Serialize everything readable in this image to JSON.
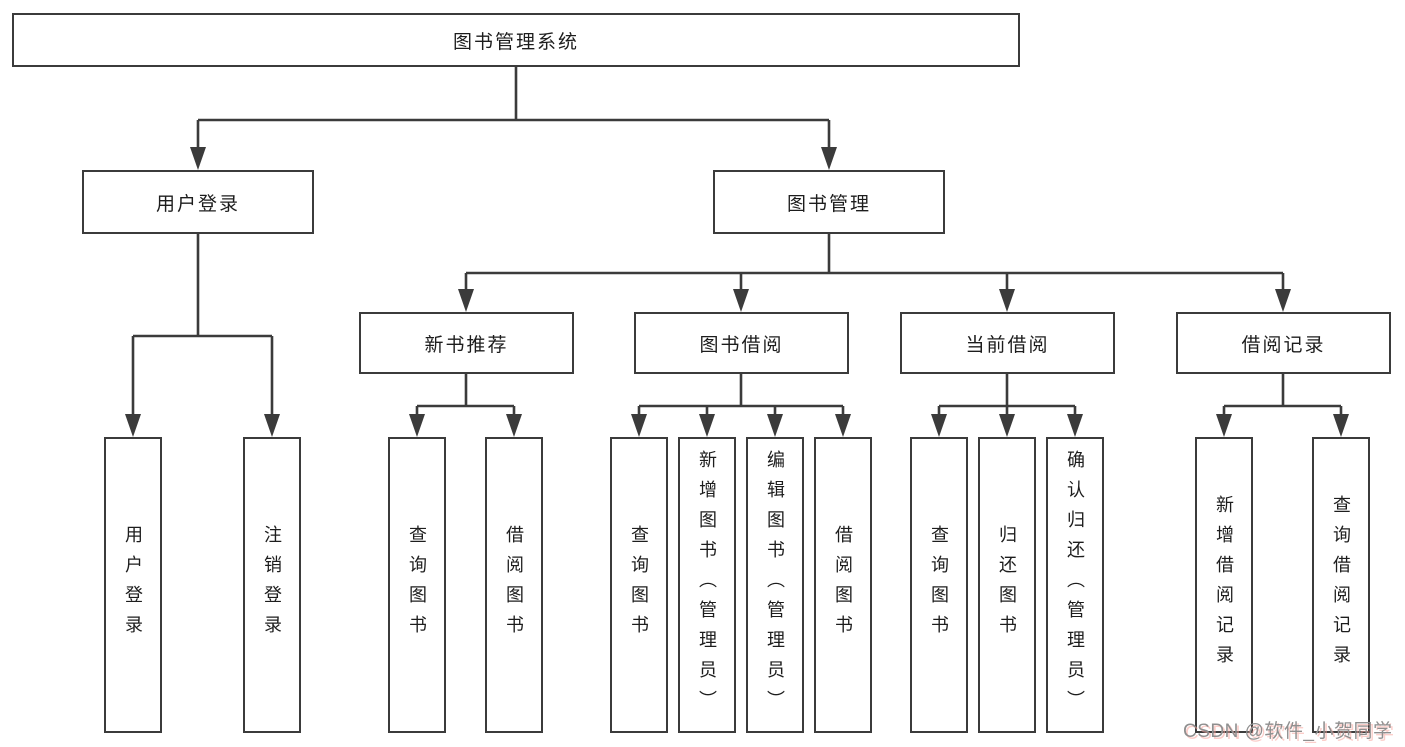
{
  "colors": {
    "background": "#ffffff",
    "line": "#3b3b3b",
    "box_border": "#3b3b3b",
    "text": "#1d1d1d",
    "watermark": "#8f8f8f"
  },
  "tree": {
    "label": "图书管理系统",
    "children": [
      {
        "label": "用户登录",
        "children": [
          {
            "label": "用户登录"
          },
          {
            "label": "注销登录"
          }
        ]
      },
      {
        "label": "图书管理",
        "children": [
          {
            "label": "新书推荐",
            "children": [
              {
                "label": "查询图书"
              },
              {
                "label": "借阅图书"
              }
            ]
          },
          {
            "label": "图书借阅",
            "children": [
              {
                "label": "查询图书"
              },
              {
                "label": "新增图书（管理员）"
              },
              {
                "label": "编辑图书（管理员）"
              },
              {
                "label": "借阅图书"
              }
            ]
          },
          {
            "label": "当前借阅",
            "children": [
              {
                "label": "查询图书"
              },
              {
                "label": "归还图书"
              },
              {
                "label": "确认归还（管理员）"
              }
            ]
          },
          {
            "label": "借阅记录",
            "children": [
              {
                "label": "新增借阅记录"
              },
              {
                "label": "查询借阅记录"
              }
            ]
          }
        ]
      }
    ]
  },
  "watermark": {
    "text": "CSDN @软件_小贺同学"
  }
}
